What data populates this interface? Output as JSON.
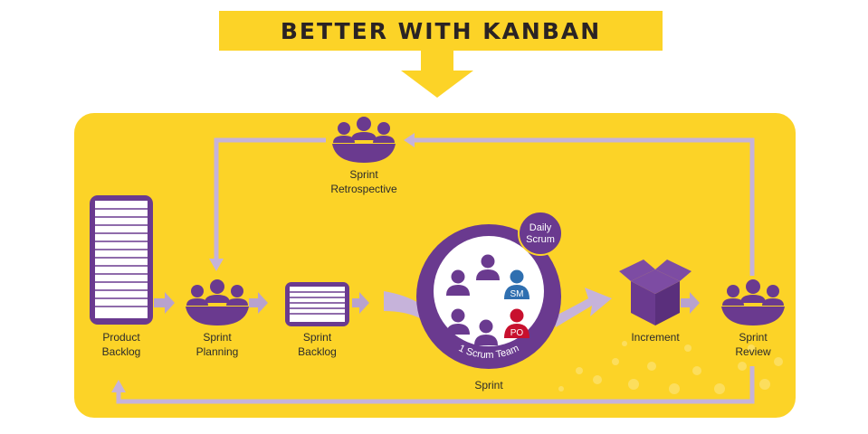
{
  "banner": {
    "title": "BETTER WITH KANBAN"
  },
  "labels": {
    "product_backlog": [
      "Product",
      "Backlog"
    ],
    "sprint_planning": [
      "Sprint",
      "Planning"
    ],
    "sprint_backlog": [
      "Sprint",
      "Backlog"
    ],
    "sprint_retrospective": [
      "Sprint",
      "Retrospective"
    ],
    "sprint_review": [
      "Sprint",
      "Review"
    ],
    "increment": "Increment",
    "sprint": "Sprint",
    "daily_scrum": [
      "Daily",
      "Scrum"
    ],
    "scrum_team": "1 Scrum Team",
    "scrum_master_badge": "SM",
    "product_owner_badge": "PO"
  },
  "colors": {
    "banner": "#FCD327",
    "panel": "#FCD327",
    "purple": "#6A3A8F",
    "light_purple": "#B8A2CE",
    "arrow_purple": "#C6B3DA",
    "scrum_master_blue": "#2F6FB0",
    "product_owner_red": "#C8102E"
  }
}
